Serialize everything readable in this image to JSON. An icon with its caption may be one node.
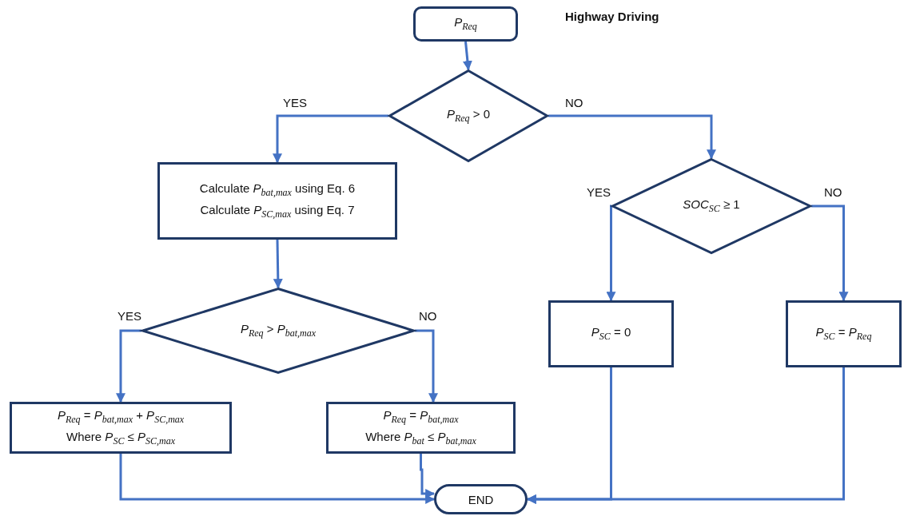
{
  "diagram": {
    "title": "Highway Driving",
    "nodes": [
      {
        "text": [
          "*P*$_{Req}$"
        ]
      },
      {
        "text": [
          "*P*$_{Req}$ > 0"
        ]
      },
      {
        "text": [
          "Calculate *P*$_{bat,max}$ using Eq. 6",
          "Calculate *P*$_{SC,max}$ using Eq. 7"
        ]
      },
      {
        "text": [
          "*P*$_{Req}$ > *P*$_{bat,max}$"
        ]
      },
      {
        "text": [
          "*SOC*$_{SC}$ ≥ 1"
        ]
      },
      {
        "text": [
          "*P*$_{Req}$ = *P*$_{bat,max}$ + *P*$_{SC,max}$",
          "Where *P*$_{SC}$ ≤ *P*$_{SC,max}$"
        ]
      },
      {
        "text": [
          "*P*$_{Req}$ = *P*$_{bat,max}$",
          "Where *P*$_{bat}$ ≤ *P*$_{bat,max}$"
        ]
      },
      {
        "text": [
          "*P*$_{SC}$ = 0"
        ]
      },
      {
        "text": [
          "*P*$_{SC}$ = *P*$_{Req}$"
        ]
      },
      {
        "text": [
          "END"
        ]
      }
    ],
    "edges": [
      {
        "from": 0,
        "to": 1,
        "arrow": "to"
      },
      {
        "from": 1,
        "to": 2,
        "arrow": "to",
        "label": "YES"
      },
      {
        "from": 1,
        "to": 4,
        "arrow": "to",
        "label": "NO"
      },
      {
        "from": 2,
        "to": 3,
        "arrow": "to"
      },
      {
        "from": 3,
        "to": 5,
        "arrow": "to",
        "label": "YES"
      },
      {
        "from": 3,
        "to": 6,
        "arrow": "to",
        "label": "NO"
      },
      {
        "from": 4,
        "to": 7,
        "arrow": "to",
        "label": "YES"
      },
      {
        "from": 4,
        "to": 8,
        "arrow": "to",
        "label": "NO"
      },
      {
        "from": 5,
        "to": 9,
        "arrow": "to"
      },
      {
        "from": 6,
        "to": 9,
        "arrow": "to"
      },
      {
        "from": 7,
        "to": 9,
        "arrow": "to"
      },
      {
        "from": 8,
        "to": 9,
        "arrow": "to"
      }
    ]
  }
}
